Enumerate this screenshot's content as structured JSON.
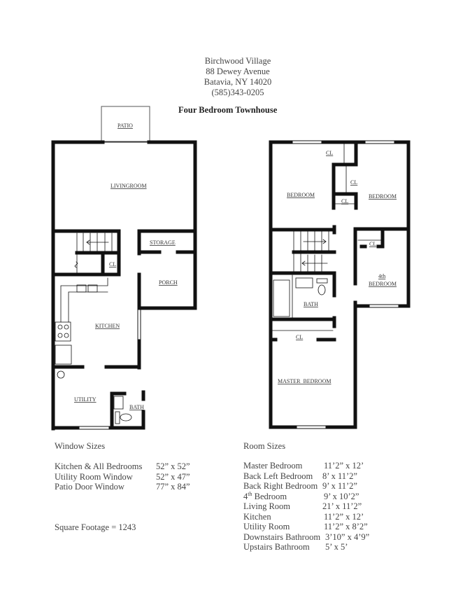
{
  "header": {
    "name": "Birchwood Village",
    "address": "88 Dewey Avenue",
    "city": "Batavia, NY 14020",
    "phone": "(585)343-0205",
    "title": "Four Bedroom Townhouse"
  },
  "first_floor": {
    "rooms": {
      "patio": "PATIO",
      "livingroom": "LIVINGROOM",
      "storage": "STORAGE",
      "closet": "CL",
      "porch": "PORCH",
      "kitchen": "KITCHEN",
      "utility": "UTILITY",
      "bath": "BATH"
    }
  },
  "second_floor": {
    "rooms": {
      "closet_top": "CL",
      "bedroom_left": "BEDROOM",
      "closet_mid": "CL",
      "closet_small": "CL",
      "bedroom_right": "BEDROOM",
      "closet_4th": "CL",
      "fourth_bedroom_line1": "4th",
      "fourth_bedroom_line2": "BEDROOM",
      "bath": "BATH",
      "closet_master": "CL",
      "master_bedroom": "MASTER  BEDROOM"
    }
  },
  "window_sizes": {
    "heading": "Window Sizes",
    "rows": [
      {
        "name": "Kitchen & All Bedrooms",
        "size": "52” x 52”"
      },
      {
        "name": "Utility Room Window",
        "size": "52” x 47”"
      },
      {
        "name": "Patio Door Window",
        "size": "77” x 84”"
      }
    ]
  },
  "square_footage": "Square Footage = 1243",
  "room_sizes": {
    "heading": "Room Sizes",
    "rows": [
      {
        "name": "Master Bedroom",
        "size": "11’2” x 12’"
      },
      {
        "name": "Back Left Bedroom",
        "size": "8’ x 11’2”"
      },
      {
        "name": "Back Right Bedroom",
        "size": "9’ x 11’2”"
      },
      {
        "name_pre": "4",
        "name_sup": "th",
        "name": " Bedroom",
        "size": "9’ x 10’2”"
      },
      {
        "name": "Living Room",
        "size": "21’ x 11’2”"
      },
      {
        "name": "Kitchen",
        "size": "11’2” x 12’"
      },
      {
        "name": "Utility Room",
        "size": "11’2” x 8’2”"
      },
      {
        "name": "Downstairs Bathroom",
        "size": "3’10” x 4’9”"
      },
      {
        "name": "Upstairs Bathroom",
        "size": "5’ x 5’"
      }
    ]
  }
}
